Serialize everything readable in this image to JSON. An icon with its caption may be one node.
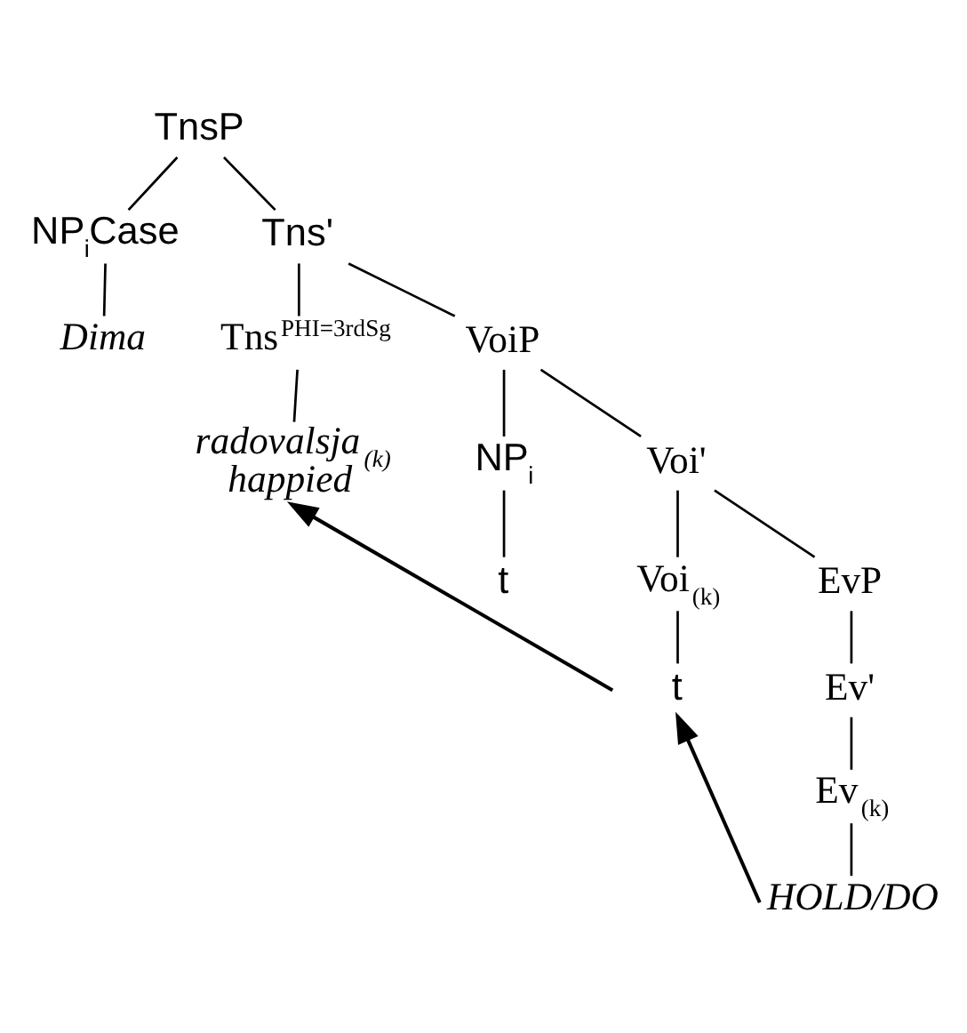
{
  "diagram": {
    "nodes": [
      {
        "text": [
          "TnsP"
        ]
      },
      {
        "text": [
          "NP$_{i}$Case"
        ]
      },
      {
        "text": [
          "Tns'"
        ]
      },
      {
        "text": [
          "Dima"
        ]
      },
      {
        "text": [
          "Tns$^{PHI=3rdSg}$"
        ]
      },
      {
        "text": [
          "VoiP"
        ]
      },
      {
        "text": [
          "radovalsja$_{(k)}$",
          "happied"
        ]
      },
      {
        "text": [
          "NP$_{i}$"
        ]
      },
      {
        "text": [
          "Voi'"
        ]
      },
      {
        "text": [
          "t"
        ]
      },
      {
        "text": [
          "Voi$_{(k)}$"
        ]
      },
      {
        "text": [
          "EvP"
        ]
      },
      {
        "text": [
          "t"
        ]
      },
      {
        "text": [
          "Ev'"
        ]
      },
      {
        "text": [
          "Ev$_{(k)}$"
        ]
      },
      {
        "text": [
          "HOLD/DO"
        ]
      }
    ],
    "edges": [
      {
        "from": 0,
        "to": 1,
        "arrow": "none"
      },
      {
        "from": 0,
        "to": 2,
        "arrow": "none"
      },
      {
        "from": 1,
        "to": 3,
        "arrow": "none"
      },
      {
        "from": 2,
        "to": 4,
        "arrow": "none"
      },
      {
        "from": 2,
        "to": 5,
        "arrow": "none"
      },
      {
        "from": 4,
        "to": 6,
        "arrow": "none"
      },
      {
        "from": 5,
        "to": 7,
        "arrow": "none"
      },
      {
        "from": 5,
        "to": 8,
        "arrow": "none"
      },
      {
        "from": 7,
        "to": 9,
        "arrow": "none"
      },
      {
        "from": 8,
        "to": 10,
        "arrow": "none"
      },
      {
        "from": 8,
        "to": 11,
        "arrow": "none"
      },
      {
        "from": 10,
        "to": 12,
        "arrow": "none"
      },
      {
        "from": 11,
        "to": 13,
        "arrow": "none"
      },
      {
        "from": 13,
        "to": 14,
        "arrow": "none"
      },
      {
        "from": 14,
        "to": 15,
        "arrow": "none"
      },
      {
        "from": 12,
        "to": 6,
        "arrow": "to"
      },
      {
        "from": 15,
        "to": 12,
        "arrow": "to"
      }
    ]
  }
}
